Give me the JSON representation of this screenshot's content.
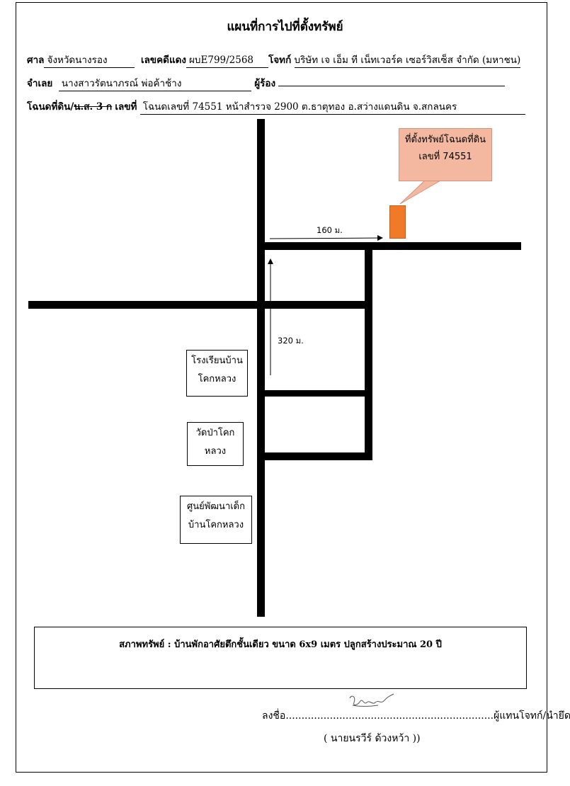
{
  "title": "แผนที่การไปที่ตั้งทรัพย์",
  "header": {
    "court_label": "ศาล",
    "court_value": "จังหวัดนางรอง",
    "case_label": "เลขคดีแดง",
    "case_value": "ผบE799/2568",
    "plaintiff_label": "โจทก์",
    "plaintiff_value": "บริษัท เจ เอ็ม ที เน็ทเวอร์ค เซอร์วิสเซ็ส จำกัด (มหาชน)",
    "defendant_label": "จำเลย",
    "defendant_value": "นางสาวรัตนาภรณ์ พ่อค้าช้าง",
    "petitioner_label": "ผู้ร้อง",
    "petitioner_value": "",
    "deed_label_prefix": "โฉนดที่ดิน/",
    "deed_label_strike": "น.ส. 3 ก",
    "deed_label_suffix": "เลขที่",
    "deed_value": "โฉนดเลขที่ 74551 หน้าสำรวจ 2900 ต.ธาตุทอง อ.สว่างแดนดิน จ.สกลนคร"
  },
  "map": {
    "callout_line1": "ที่ตั้งทรัพย์โฉนดที่ดิน",
    "callout_line2": "เลขที่ 74551",
    "distance_horizontal": "160 ม.",
    "distance_vertical": "320 ม.",
    "landmark_school_line1": "โรงเรียนบ้าน",
    "landmark_school_line2": "โคกหลวง",
    "landmark_temple_line1": "วัดป่าโคก",
    "landmark_temple_line2": "หลวง",
    "landmark_center_line1": "ศูนย์พัฒนาเด็ก",
    "landmark_center_line2": "บ้านโคกหลวง",
    "property_color": "#f07a28",
    "callout_color": "#f4b8a0"
  },
  "status": "สภาพทรัพย์ :  บ้านพักอาศัยตึกชั้นเดียว ขนาด 6x9 เมตร ปลูกสร้างประมาณ 20 ปี",
  "signature": {
    "sign_label": "ลงชื่อ",
    "dots": "..................................................................",
    "role": "ผู้แทนโจทก์/นำยึด",
    "name": "( นายนรวีร์ ด้วงหว้า ))"
  }
}
